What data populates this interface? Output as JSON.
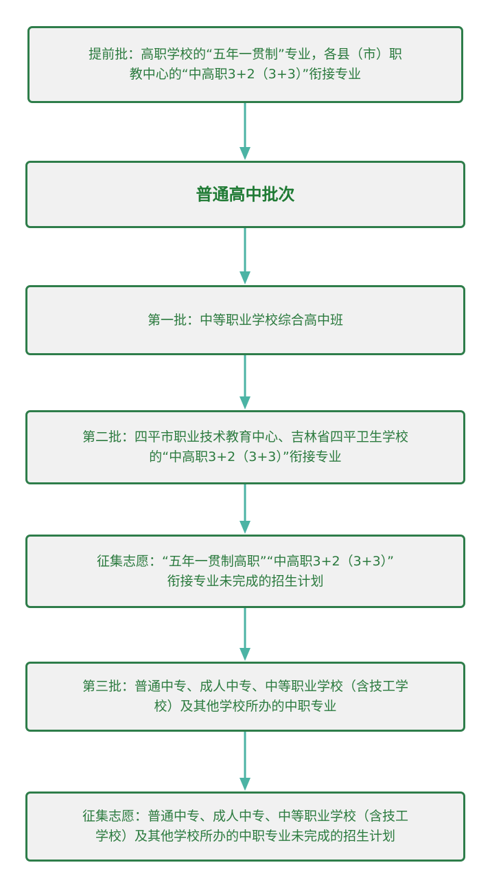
{
  "colors": {
    "node_border": "#2e7d4a",
    "node_fill": "#f1f1f1",
    "node_text": "#2b7a3e",
    "connector": "#4bb3a4"
  },
  "flow": {
    "nodes": [
      {
        "id": "early-batch",
        "lines": [
          "提前批：高职学校的“五年一贯制”专业，各县（市）职",
          "教中心的“中高职3+2（3+3）”衔接专业"
        ]
      },
      {
        "id": "general-high-school-batch",
        "lines": [
          "普通高中批次"
        ]
      },
      {
        "id": "first-batch",
        "lines": [
          "第一批：中等职业学校综合高中班"
        ]
      },
      {
        "id": "second-batch",
        "lines": [
          "第二批：四平市职业技术教育中心、吉林省四平卫生学校",
          "的“中高职3+2（3+3）”衔接专业"
        ]
      },
      {
        "id": "supplementary-1",
        "lines": [
          "征集志愿：“五年一贯制高职”“中高职3+2（3+3）”",
          "衔接专业未完成的招生计划"
        ]
      },
      {
        "id": "third-batch",
        "lines": [
          "第三批：普通中专、成人中专、中等职业学校（含技工学",
          "校）及其他学校所办的中职专业"
        ]
      },
      {
        "id": "supplementary-2",
        "lines": [
          "征集志愿：普通中专、成人中专、中等职业学校（含技工",
          "学校）及其他学校所办的中职专业未完成的招生计划"
        ]
      }
    ]
  }
}
